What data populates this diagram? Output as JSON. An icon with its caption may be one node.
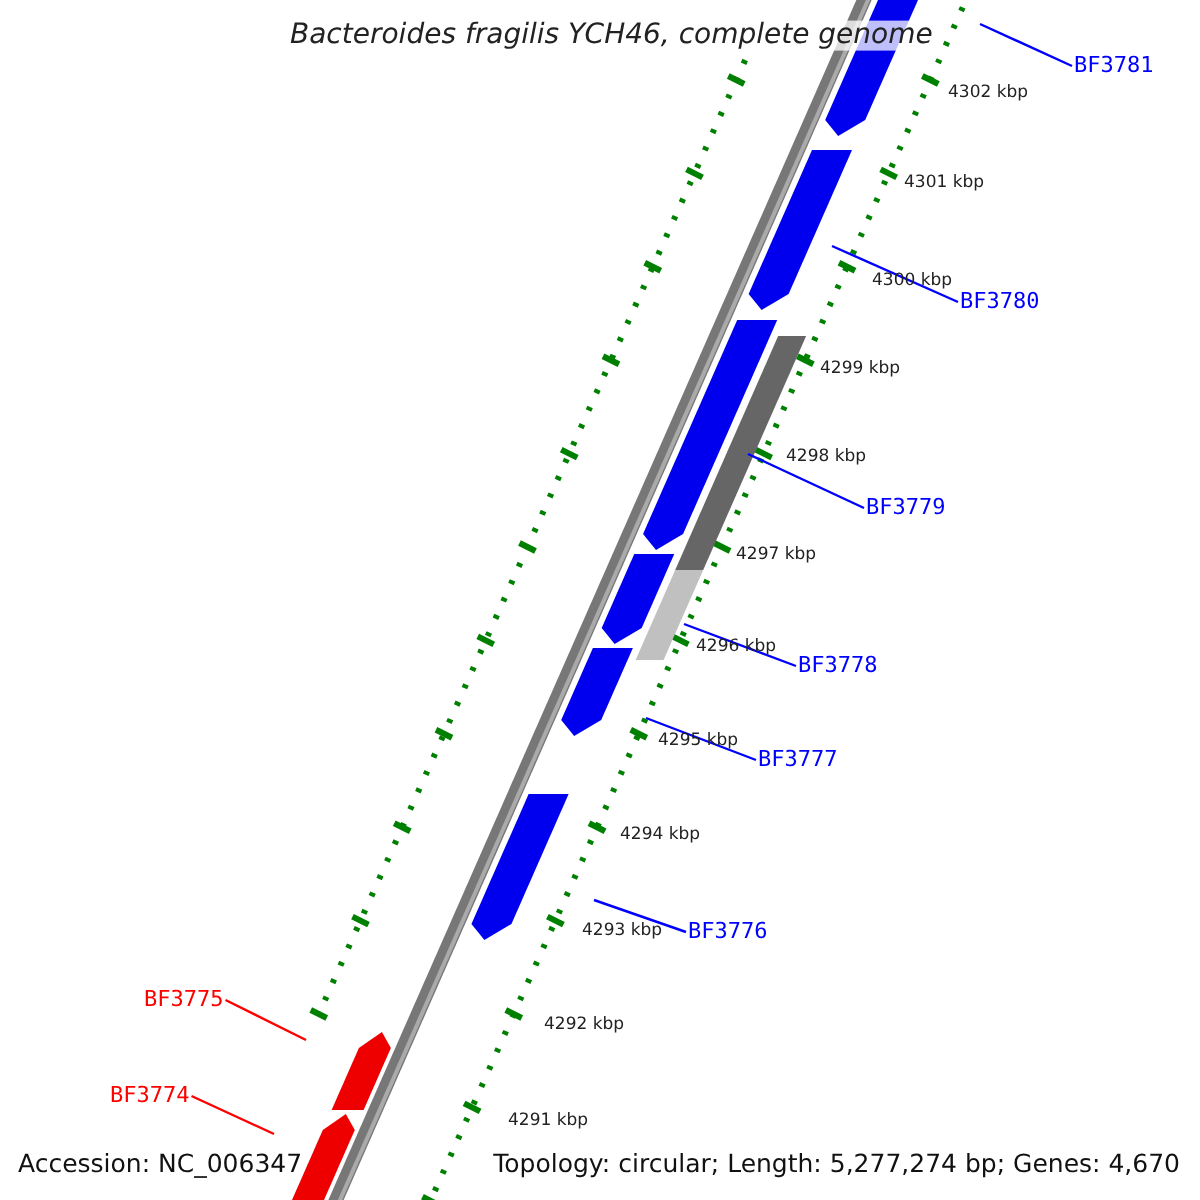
{
  "diagram": {
    "title": "Bacteroides fragilis YCH46, complete genome",
    "nodes": [
      {
        "text": [
          "BF3781"
        ]
      },
      {
        "text": [
          "BF3780"
        ]
      },
      {
        "text": [
          "BF3779"
        ]
      },
      {
        "text": [
          "BF3778"
        ]
      },
      {
        "text": [
          "BF3777"
        ]
      },
      {
        "text": [
          "BF3776"
        ]
      },
      {
        "text": [
          "BF3775"
        ]
      },
      {
        "text": [
          "BF3774"
        ]
      }
    ],
    "edges": [
      {
        "from": 0,
        "to": null,
        "arrow": "none"
      },
      {
        "from": 1,
        "to": null,
        "arrow": "none"
      },
      {
        "from": 2,
        "to": null,
        "arrow": "none"
      },
      {
        "from": 3,
        "to": null,
        "arrow": "none"
      },
      {
        "from": 4,
        "to": null,
        "arrow": "none"
      },
      {
        "from": 5,
        "to": null,
        "arrow": "none"
      },
      {
        "from": 6,
        "to": null,
        "arrow": "none",
        "color": "#ff0000"
      },
      {
        "from": 7,
        "to": null,
        "arrow": "none",
        "color": "#ff0000"
      }
    ],
    "labels": [
      "4302 kbp",
      "4301 kbp",
      "4300 kbp",
      "4299 kbp",
      "4298 kbp",
      "4297 kbp",
      "4296 kbp",
      "4295 kbp",
      "4294 kbp",
      "4293 kbp",
      "4292 kbp",
      "4291 kbp",
      "Accession: NC_006347",
      "Topology: circular; Length: 5,277,274 bp; Genes: 4,670"
    ]
  }
}
